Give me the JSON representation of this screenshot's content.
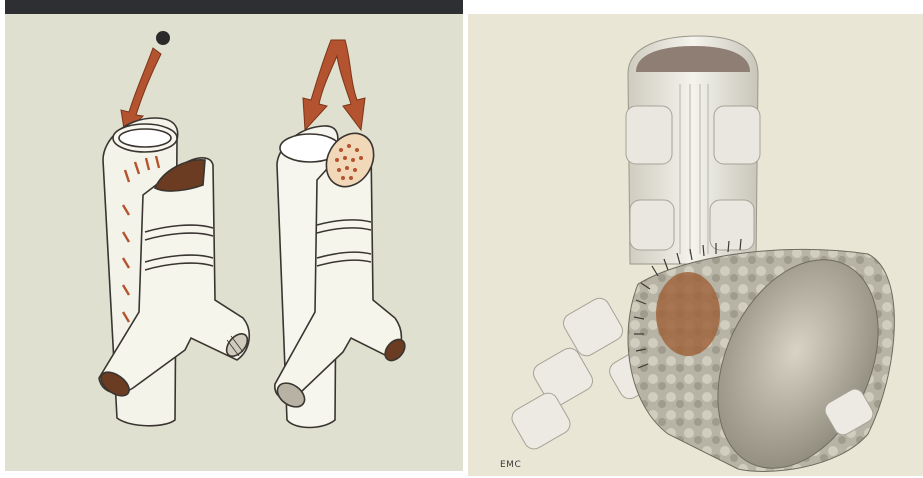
{
  "figure": {
    "signature": "EMC"
  },
  "colors": {
    "arrow": "#b4532f",
    "lumen_dark": "#6b3c22",
    "background_left": "#dfe0cf",
    "background_right": "#e9e6d5",
    "topbar": "#2e2f33",
    "outline": "#3a3530"
  },
  "panels": [
    {
      "name": "left-illustration",
      "content": [
        "open-tube-arrow-icon",
        "bifurcated-graft-icon",
        "forked-arrow-icon",
        "stent-graft-icon"
      ]
    },
    {
      "name": "right-illustration",
      "content": [
        "textured-cuff-icon",
        "rendered-graft-icon"
      ]
    }
  ]
}
